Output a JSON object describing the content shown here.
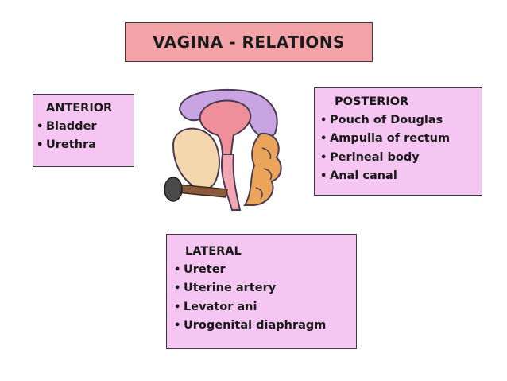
{
  "title": "VAGINA - RELATIONS",
  "anterior": {
    "heading": "ANTERIOR",
    "items": [
      "Bladder",
      "Urethra"
    ]
  },
  "posterior": {
    "heading": "POSTERIOR",
    "items": [
      "Pouch of Douglas",
      "Ampulla of rectum",
      "Perineal body",
      "Anal canal"
    ]
  },
  "lateral": {
    "heading": "LATERAL",
    "items": [
      "Ureter",
      "Uterine artery",
      "Levator ani",
      "Urogenital diaphragm"
    ]
  },
  "bullet": "•",
  "colors": {
    "title_bg": "#f4a3a8",
    "box_bg": "#f6c6f2"
  }
}
